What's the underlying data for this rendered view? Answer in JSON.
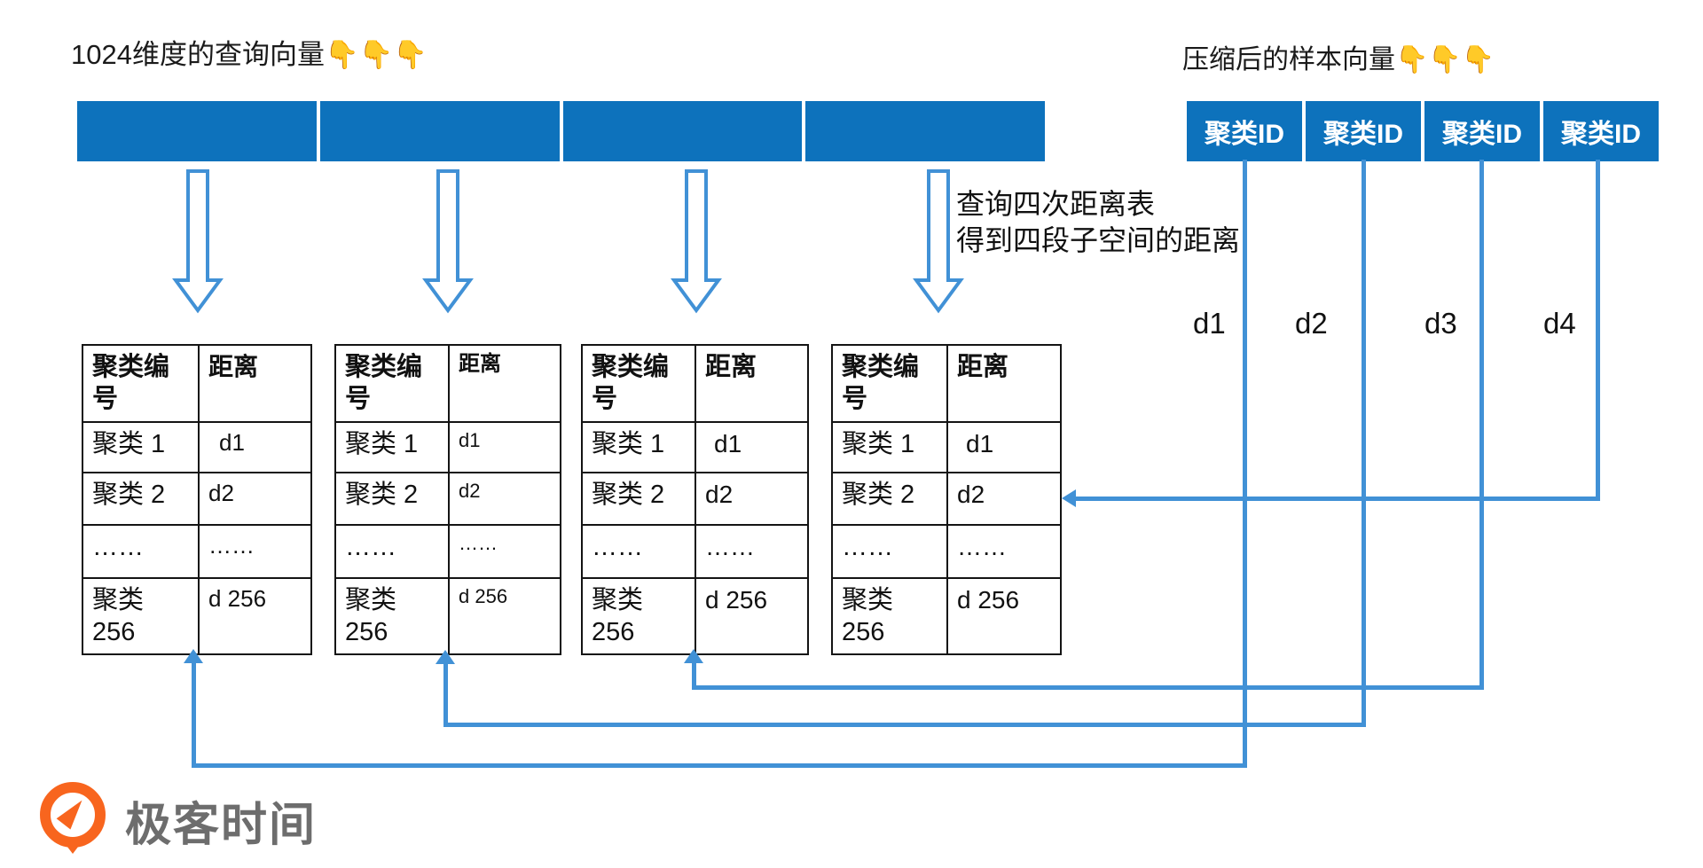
{
  "left_title": "1024维度的查询向量👇👇👇",
  "right_title": "压缩后的样本向量👇👇👇",
  "sample_bar": {
    "cells": [
      "聚类ID",
      "聚类ID",
      "聚类ID",
      "聚类ID"
    ]
  },
  "annotation": {
    "line1": "查询四次距离表",
    "line2": "得到四段子空间的距离"
  },
  "distance_labels": [
    "d1",
    "d2",
    "d3",
    "d4"
  ],
  "tables": [
    {
      "headers": [
        "聚类编号",
        "距离"
      ],
      "rows": [
        [
          "聚类 1",
          "d1"
        ],
        [
          "聚类 2",
          "d2"
        ],
        [
          "……",
          "……"
        ],
        [
          "聚类 256",
          "d 256"
        ]
      ]
    },
    {
      "headers": [
        "聚类编号",
        "距离"
      ],
      "rows": [
        [
          "聚类 1",
          "d1"
        ],
        [
          "聚类 2",
          "d2"
        ],
        [
          "……",
          "……"
        ],
        [
          "聚类 256",
          "d 256"
        ]
      ]
    },
    {
      "headers": [
        "聚类编号",
        "距离"
      ],
      "rows": [
        [
          "聚类 1",
          "d1"
        ],
        [
          "聚类 2",
          "d2"
        ],
        [
          "……",
          "……"
        ],
        [
          "聚类 256",
          "d 256"
        ]
      ]
    },
    {
      "headers": [
        "聚类编号",
        "距离"
      ],
      "rows": [
        [
          "聚类 1",
          "d1"
        ],
        [
          "聚类 2",
          "d2"
        ],
        [
          "……",
          "……"
        ],
        [
          "聚类 256",
          "d 256"
        ]
      ]
    }
  ],
  "logo_text": "极客时间",
  "colors": {
    "bar_blue": "#0D72BC",
    "connector_blue": "#4191D6",
    "table_border": "#141414",
    "logo_orange": "#F8651E",
    "logo_text_gray": "#6D6D6D"
  }
}
